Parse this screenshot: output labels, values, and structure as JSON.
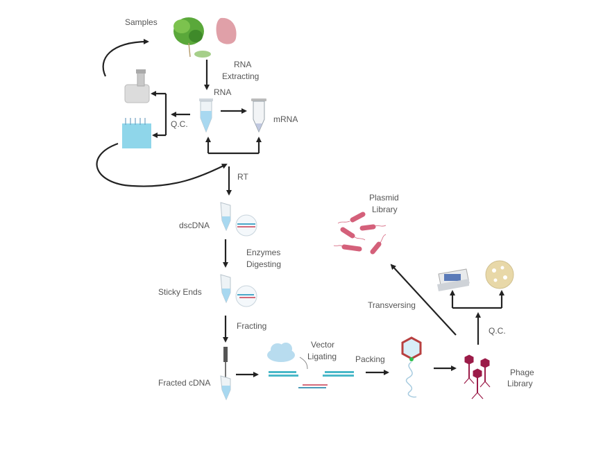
{
  "labels": {
    "samples": "Samples",
    "rna_extracting_1": "RNA",
    "rna_extracting_2": "Extracting",
    "rna": "RNA",
    "mrna": "mRNA",
    "qc_top": "Q.C.",
    "rt": "RT",
    "dscdna": "dscDNA",
    "enzymes_1": "Enzymes",
    "enzymes_2": "Digesting",
    "sticky_ends": "Sticky Ends",
    "fracting": "Fracting",
    "fracted_cdna": "Fracted cDNA",
    "vector_1": "Vector",
    "vector_2": "Ligating",
    "packing": "Packing",
    "phage_1": "Phage",
    "phage_2": "Library",
    "qc_bottom": "Q.C.",
    "transversing": "Transversing",
    "plasmid_1": "Plasmid",
    "plasmid_2": "Library"
  },
  "colors": {
    "arrow": "#222222",
    "text": "#555555",
    "tube_liquid": "#a8d8f0",
    "gel_box": "#8fd6ea",
    "bacteria": "#d4607a",
    "phage": "#9b1b48",
    "plant": "#5aa83a",
    "liver": "#e0a0a8"
  }
}
